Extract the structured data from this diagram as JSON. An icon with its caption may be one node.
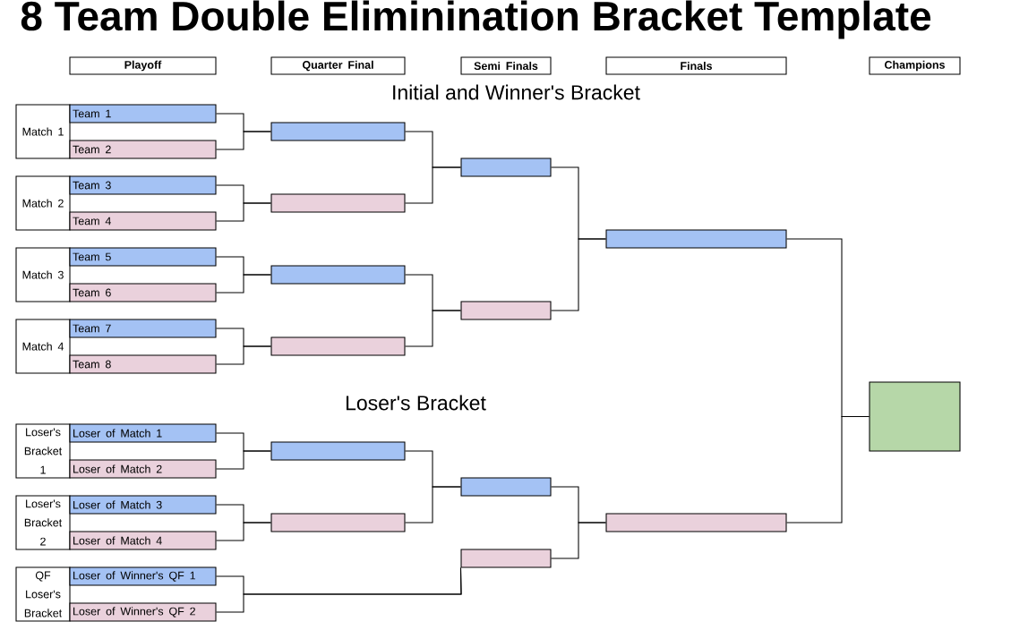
{
  "diagram": {
    "title": "8 Team Double Eliminination Bracket Template",
    "nodes": [
      {
        "text": [
          "Playoff"
        ]
      },
      {
        "text": [
          "Quarter Final"
        ]
      },
      {
        "text": [
          "Semi Finals"
        ]
      },
      {
        "text": [
          "Finals"
        ]
      },
      {
        "text": [
          "Champions"
        ]
      },
      {
        "text": [
          "Match 1"
        ]
      },
      {
        "text": [
          "Team 1"
        ]
      },
      {
        "text": [
          "Team 2"
        ]
      },
      {
        "text": [
          "Match 2"
        ]
      },
      {
        "text": [
          "Team 3"
        ]
      },
      {
        "text": [
          "Team 4"
        ]
      },
      {
        "text": [
          "Match 3"
        ]
      },
      {
        "text": [
          "Team 5"
        ]
      },
      {
        "text": [
          "Team 6"
        ]
      },
      {
        "text": [
          "Match 4"
        ]
      },
      {
        "text": [
          "Team 7"
        ]
      },
      {
        "text": [
          "Team 8"
        ]
      },
      {
        "text": [],
        "shape": "box"
      },
      {
        "text": [],
        "shape": "box"
      },
      {
        "text": [],
        "shape": "box"
      },
      {
        "text": [],
        "shape": "box"
      },
      {
        "text": [],
        "shape": "box"
      },
      {
        "text": [],
        "shape": "box"
      },
      {
        "text": [],
        "shape": "box"
      },
      {
        "text": [
          "Loser's Bracket 1"
        ]
      },
      {
        "text": [
          "Loser of Match 1"
        ]
      },
      {
        "text": [
          "Loser of Match 2"
        ]
      },
      {
        "text": [
          "Loser's Bracket 2"
        ]
      },
      {
        "text": [
          "Loser of Match 3"
        ]
      },
      {
        "text": [
          "Loser of Match 4"
        ]
      },
      {
        "text": [
          "QF Loser's Bracket"
        ]
      },
      {
        "text": [
          "Loser of Winner's QF 1"
        ]
      },
      {
        "text": [
          "Loser of Winner's QF 2"
        ]
      },
      {
        "text": [],
        "shape": "box"
      },
      {
        "text": [],
        "shape": "box"
      },
      {
        "text": [],
        "shape": "box"
      },
      {
        "text": [],
        "shape": "box"
      },
      {
        "text": [],
        "shape": "box"
      },
      {
        "text": [],
        "shape": "box"
      }
    ],
    "edges": [
      {
        "from": 6,
        "to": 17,
        "arrow": "none"
      },
      {
        "from": 7,
        "to": 17,
        "arrow": "none"
      },
      {
        "from": 9,
        "to": 18,
        "arrow": "none"
      },
      {
        "from": 10,
        "to": 18,
        "arrow": "none"
      },
      {
        "from": 12,
        "to": 19,
        "arrow": "none"
      },
      {
        "from": 13,
        "to": 19,
        "arrow": "none"
      },
      {
        "from": 15,
        "to": 20,
        "arrow": "none"
      },
      {
        "from": 16,
        "to": 20,
        "arrow": "none"
      },
      {
        "from": 17,
        "to": 21,
        "arrow": "none"
      },
      {
        "from": 18,
        "to": 21,
        "arrow": "none"
      },
      {
        "from": 19,
        "to": 22,
        "arrow": "none"
      },
      {
        "from": 20,
        "to": 22,
        "arrow": "none"
      },
      {
        "from": 21,
        "to": 23,
        "arrow": "none"
      },
      {
        "from": 22,
        "to": 23,
        "arrow": "none"
      },
      {
        "from": 25,
        "to": 33,
        "arrow": "none"
      },
      {
        "from": 26,
        "to": 33,
        "arrow": "none"
      },
      {
        "from": 28,
        "to": 34,
        "arrow": "none"
      },
      {
        "from": 29,
        "to": 34,
        "arrow": "none"
      },
      {
        "from": 33,
        "to": 35,
        "arrow": "none"
      },
      {
        "from": 34,
        "to": 35,
        "arrow": "none"
      },
      {
        "from": 31,
        "to": 36,
        "arrow": "none"
      },
      {
        "from": 32,
        "to": 36,
        "arrow": "none"
      },
      {
        "from": 35,
        "to": 37,
        "arrow": "none"
      },
      {
        "from": 36,
        "to": 37,
        "arrow": "none"
      },
      {
        "from": 23,
        "to": 38,
        "arrow": "none"
      },
      {
        "from": 37,
        "to": 38,
        "arrow": "none"
      }
    ],
    "labels": [
      "Initial and Winner's Bracket",
      "Loser's Bracket"
    ]
  }
}
